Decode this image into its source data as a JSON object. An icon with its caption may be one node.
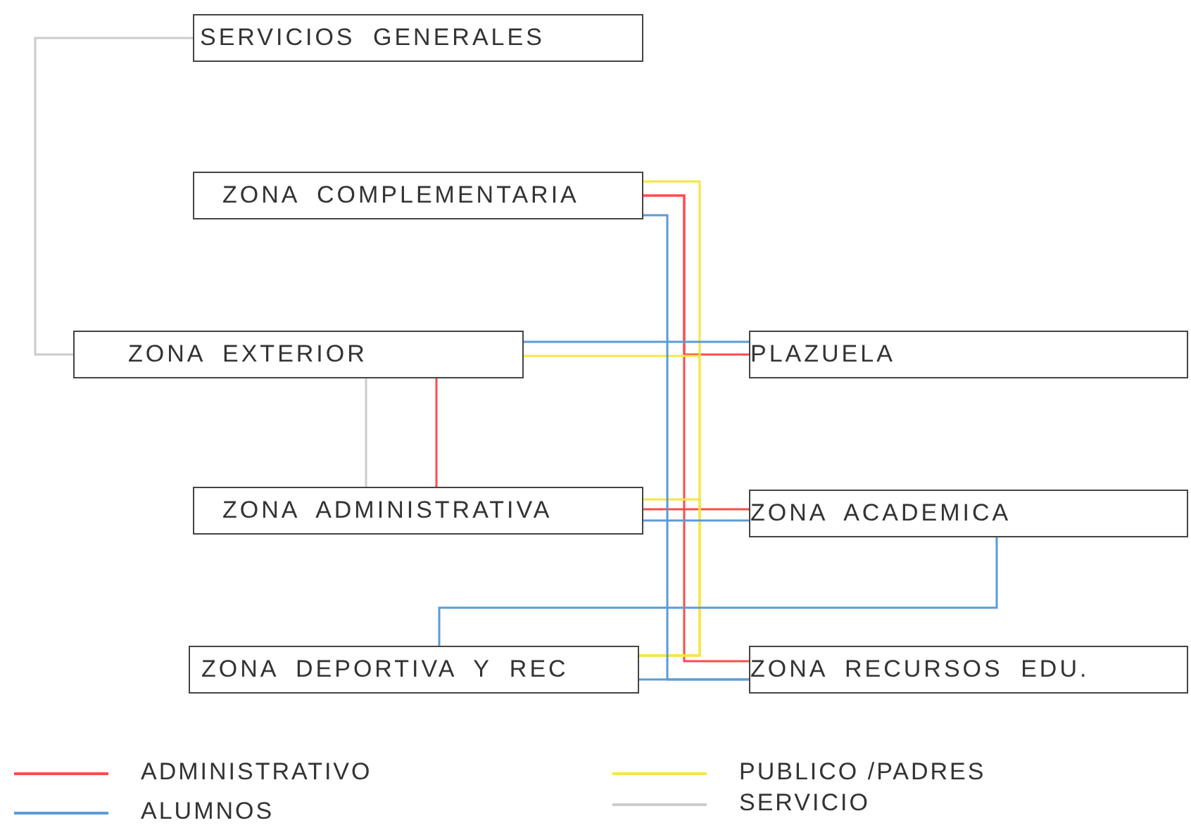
{
  "diagram": {
    "nodes": [
      {
        "text": [
          "SERVICIOS GENERALES"
        ]
      },
      {
        "text": [
          "ZONA COMPLEMENTARIA"
        ]
      },
      {
        "text": [
          "ZONA EXTERIOR"
        ]
      },
      {
        "text": [
          "PLAZUELA"
        ]
      },
      {
        "text": [
          "ZONA ADMINISTRATIVA"
        ]
      },
      {
        "text": [
          "ZONA ACADEMICA"
        ]
      },
      {
        "text": [
          "ZONA DEPORTIVA Y REC"
        ]
      },
      {
        "text": [
          "ZONA RECURSOS EDU."
        ]
      }
    ],
    "edges": [
      {
        "from": 0,
        "to": 2,
        "arrow": "none",
        "color": "#cccccc"
      },
      {
        "from": 2,
        "to": 4,
        "arrow": "none",
        "color": "#cccccc"
      },
      {
        "from": 2,
        "to": 4,
        "arrow": "none",
        "color": "#ff4b4b"
      },
      {
        "from": 1,
        "to": 7,
        "arrow": "none",
        "color": "#ff4b4b"
      },
      {
        "from": 1,
        "to": 3,
        "arrow": "none",
        "color": "#ff4b4b"
      },
      {
        "from": 4,
        "to": 5,
        "arrow": "none",
        "color": "#ff4b4b"
      },
      {
        "from": 1,
        "to": 6,
        "arrow": "none",
        "color": "#f5e642"
      },
      {
        "from": 2,
        "to": 6,
        "arrow": "none",
        "color": "#f5e642"
      },
      {
        "from": 4,
        "to": 6,
        "arrow": "none",
        "color": "#f5e642"
      },
      {
        "from": 1,
        "to": 7,
        "arrow": "none",
        "color": "#5b9bd5"
      },
      {
        "from": 6,
        "to": 7,
        "arrow": "none",
        "color": "#5b9bd5"
      },
      {
        "from": 2,
        "to": 3,
        "arrow": "none",
        "color": "#5b9bd5"
      },
      {
        "from": 4,
        "to": 5,
        "arrow": "none",
        "color": "#5b9bd5"
      },
      {
        "from": 5,
        "to": 6,
        "arrow": "none",
        "color": "#5b9bd5"
      }
    ],
    "legend": [
      {
        "text": "ADMINISTRATIVO",
        "color": "#ff4b4b"
      },
      {
        "text": "ALUMNOS",
        "color": "#5b9bd5"
      },
      {
        "text": "PUBLICO /PADRES",
        "color": "#f5e642"
      },
      {
        "text": "SERVICIO",
        "color": "#cccccc"
      }
    ]
  }
}
